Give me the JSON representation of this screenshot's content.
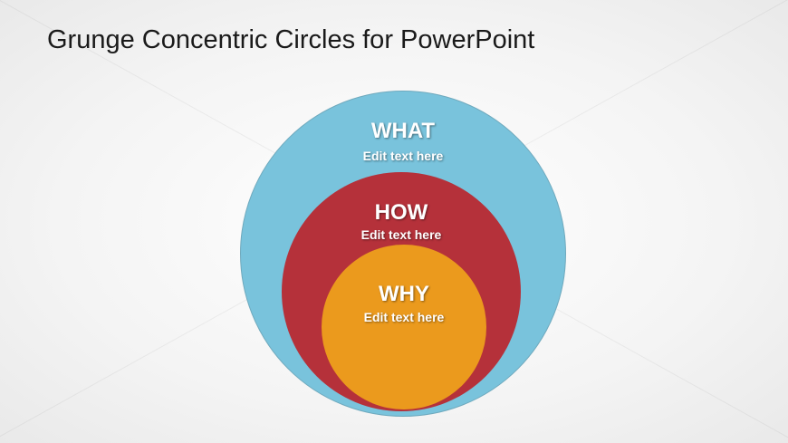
{
  "title": "Grunge Concentric Circles for PowerPoint",
  "colors": {
    "outer": "#79c3dc",
    "middle": "#b5313a",
    "inner": "#eb9a1d"
  },
  "circles": [
    {
      "heading": "WHAT",
      "text": "Edit text here"
    },
    {
      "heading": "HOW",
      "text": "Edit text here"
    },
    {
      "heading": "WHY",
      "text": "Edit text here"
    }
  ]
}
